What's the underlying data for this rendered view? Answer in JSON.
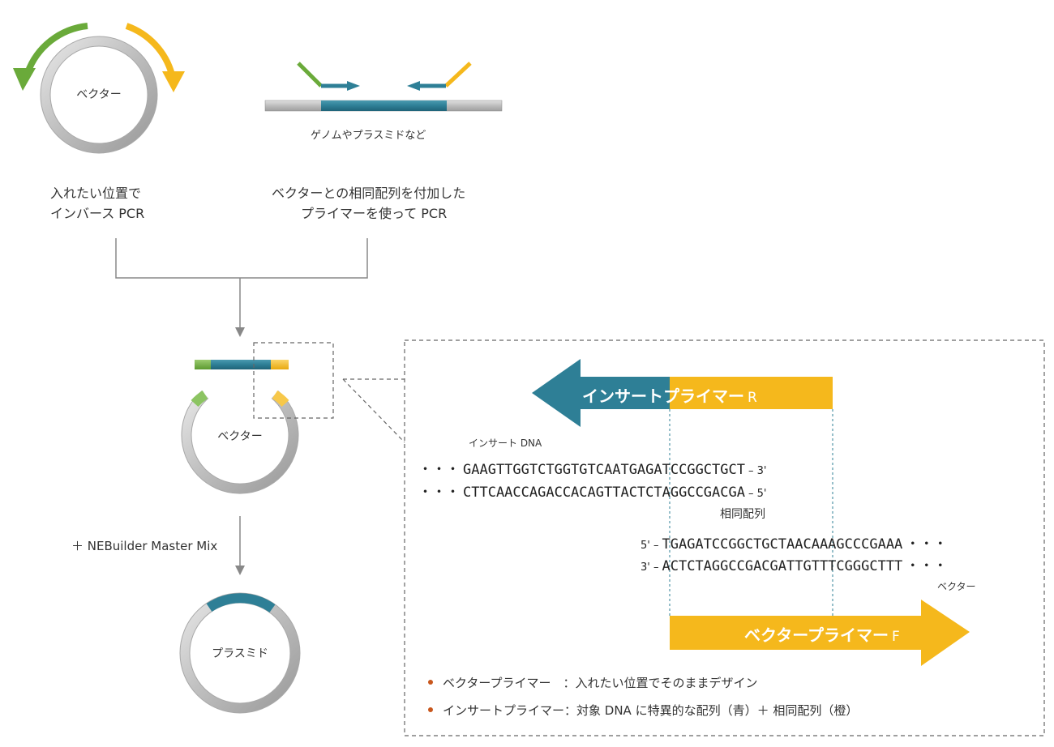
{
  "top_left": {
    "ring_label": "ベクター",
    "caption_line1": "入れたい位置で",
    "caption_line2": "インバース PCR"
  },
  "top_right": {
    "template_label": "ゲノムやプラスミドなど",
    "caption_line1": "ベクターとの相同配列を付加した",
    "caption_line2": "プライマーを使って PCR"
  },
  "assembly": {
    "ring_label": "ベクター",
    "reagent_label": "＋ NEBuilder Master Mix",
    "product_label": "プラスミド"
  },
  "detail": {
    "insert_primer": {
      "part1": "インサート",
      "part2": "プライマー",
      "suffix": "R"
    },
    "vector_primer": {
      "text": "ベクタープライマー",
      "suffix": "F"
    },
    "insert_dna_label": "インサート DNA",
    "insert_top": {
      "dots": "・・・",
      "seq": "GAAGTTGGTCTGGTGTCAATGAGATCCGGCTGCT",
      "end": "– 3'"
    },
    "insert_bottom": {
      "dots": "・・・",
      "seq": "CTTCAACCAGACCACAGTTACTCTAGGCCGACGA",
      "end": "– 5'"
    },
    "homology_label": "相同配列",
    "vector_top": {
      "start": "5' –",
      "seq": "TGAGATCCGGCTGCTAACAAAGCCCGAAA",
      "dots": "・・・"
    },
    "vector_bottom": {
      "start": "3' –",
      "seq": "ACTCTAGGCCGACGATTGTTTCGGGCTTT",
      "dots": "・・・"
    },
    "vector_label": "ベクター",
    "notes": [
      "ベクタープライマー　：入れたい位置でそのままデザイン",
      "インサートプライマー：対象 DNA に特異的な配列（青）＋ 相同配列（橙）"
    ]
  },
  "colors": {
    "green": "#6aaa3a",
    "orange": "#f5b81c",
    "teal": "#2e7f96",
    "gray": "#c8c8c8",
    "bullet": "#c8571d"
  }
}
